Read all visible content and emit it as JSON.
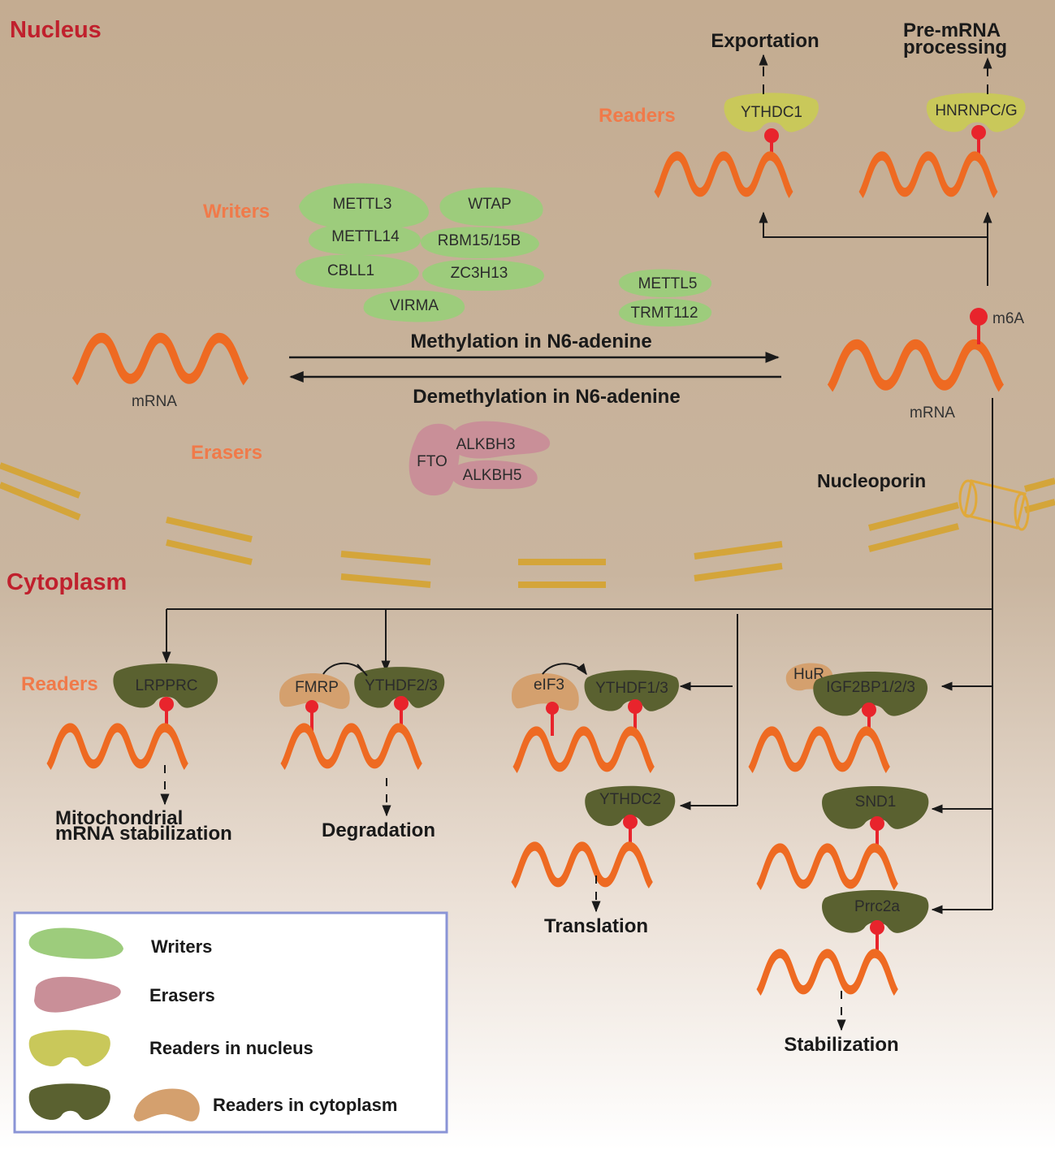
{
  "regions": {
    "nucleus": "Nucleus",
    "cytoplasm": "Cytoplasm"
  },
  "categories": {
    "writers": "Writers",
    "erasers": "Erasers",
    "readers_nucleus": "Readers",
    "readers_cytoplasm": "Readers"
  },
  "writers": [
    "METTL3",
    "WTAP",
    "METTL14",
    "RBM15/15B",
    "CBLL1",
    "ZC3H13",
    "VIRMA",
    "METTL5",
    "TRMT112"
  ],
  "erasers": [
    "FTO",
    "ALKBH3",
    "ALKBH5"
  ],
  "nuclear_readers": [
    "YTHDC1",
    "HNRNPC/G"
  ],
  "cytoplasmic_readers": [
    "LRPPRC",
    "FMRP",
    "YTHDF2/3",
    "eIF3",
    "YTHDF1/3",
    "HuR",
    "IGF2BP1/2/3",
    "YTHDC2",
    "SND1",
    "Prrc2a"
  ],
  "mrna_label": "mRNA",
  "m6a_label": "m6A",
  "nucleoporin": "Nucleoporin",
  "methylation": "Methylation in N6-adenine",
  "demethylation": "Demethylation in N6-adenine",
  "outcomes": {
    "exportation": "Exportation",
    "premrna_line1": "Pre-mRNA",
    "premrna_line2": "processing",
    "mito_line1": "Mitochondrial",
    "mito_line2": "mRNA stabilization",
    "degradation": "Degradation",
    "translation": "Translation",
    "stabilization": "Stabilization"
  },
  "legend": {
    "writers": "Writers",
    "erasers": "Erasers",
    "readers_nucleus": "Readers in nucleus",
    "readers_cytoplasm": "Readers in cytoplasm"
  },
  "colors": {
    "writer": "#9dcc7c",
    "eraser": "#c98f98",
    "reader_nucleus": "#c9c85a",
    "reader_cytoplasm": "#5a6130",
    "reader_cytoplasm_alt": "#d4a06e",
    "mrna": "#ee6a22",
    "m6a": "#e8242c",
    "membrane": "#d4a53a",
    "region_text": "#c0202d",
    "category_text": "#f07a4a",
    "legend_border": "#8a94d6"
  }
}
